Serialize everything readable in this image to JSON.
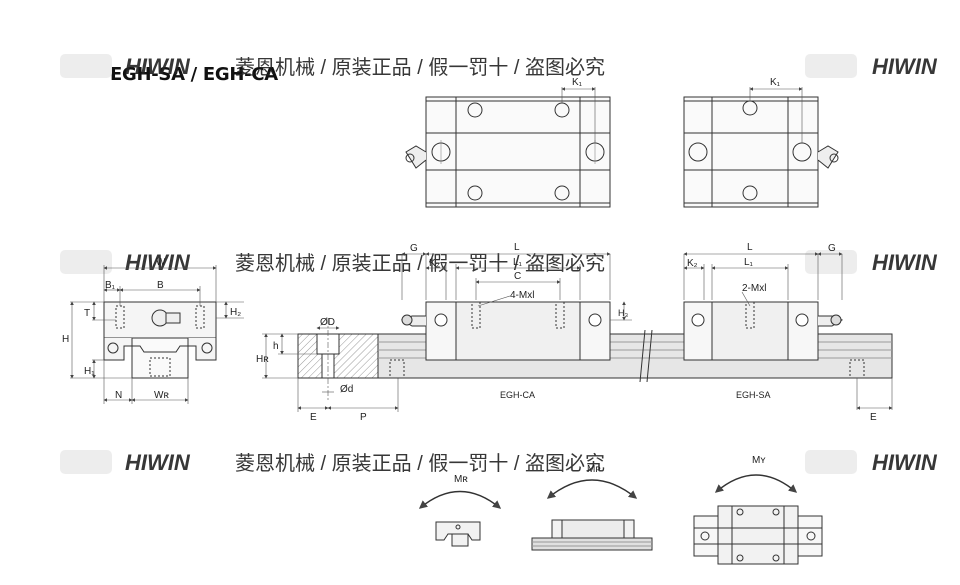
{
  "title": "EGH-SA / EGH-CA",
  "watermark": {
    "brand": "HIWIN",
    "slogan": "菱恩机械 / 原装正品 / 假一罚十 / 盗图必究",
    "color": "#e4e4e4"
  },
  "labels": {
    "K1": "K₁",
    "W": "W",
    "B1": "B₁",
    "B": "B",
    "T": "T",
    "H2": "H₂",
    "H": "H",
    "H1": "H₁",
    "N": "N",
    "WR": "Wʀ",
    "D": "ØD",
    "h": "h",
    "HR": "Hʀ",
    "d": "Ød",
    "E": "E",
    "P": "P",
    "G": "G",
    "L": "L",
    "K2": "K₂",
    "L1": "L₁",
    "C": "C",
    "M4": "4-Mxl",
    "H3": "H₃",
    "M2": "2-Mxl",
    "caption_ca": "EGH-CA",
    "caption_sa": "EGH-SA",
    "MR": "Mʀ",
    "MP": "Mᴘ",
    "MY": "Mʏ"
  },
  "colors": {
    "line": "#333333",
    "fill": "#f2f2f2",
    "rail": "#cfcfcf",
    "hatch": "#8a8a8a",
    "dim": "#555555"
  }
}
